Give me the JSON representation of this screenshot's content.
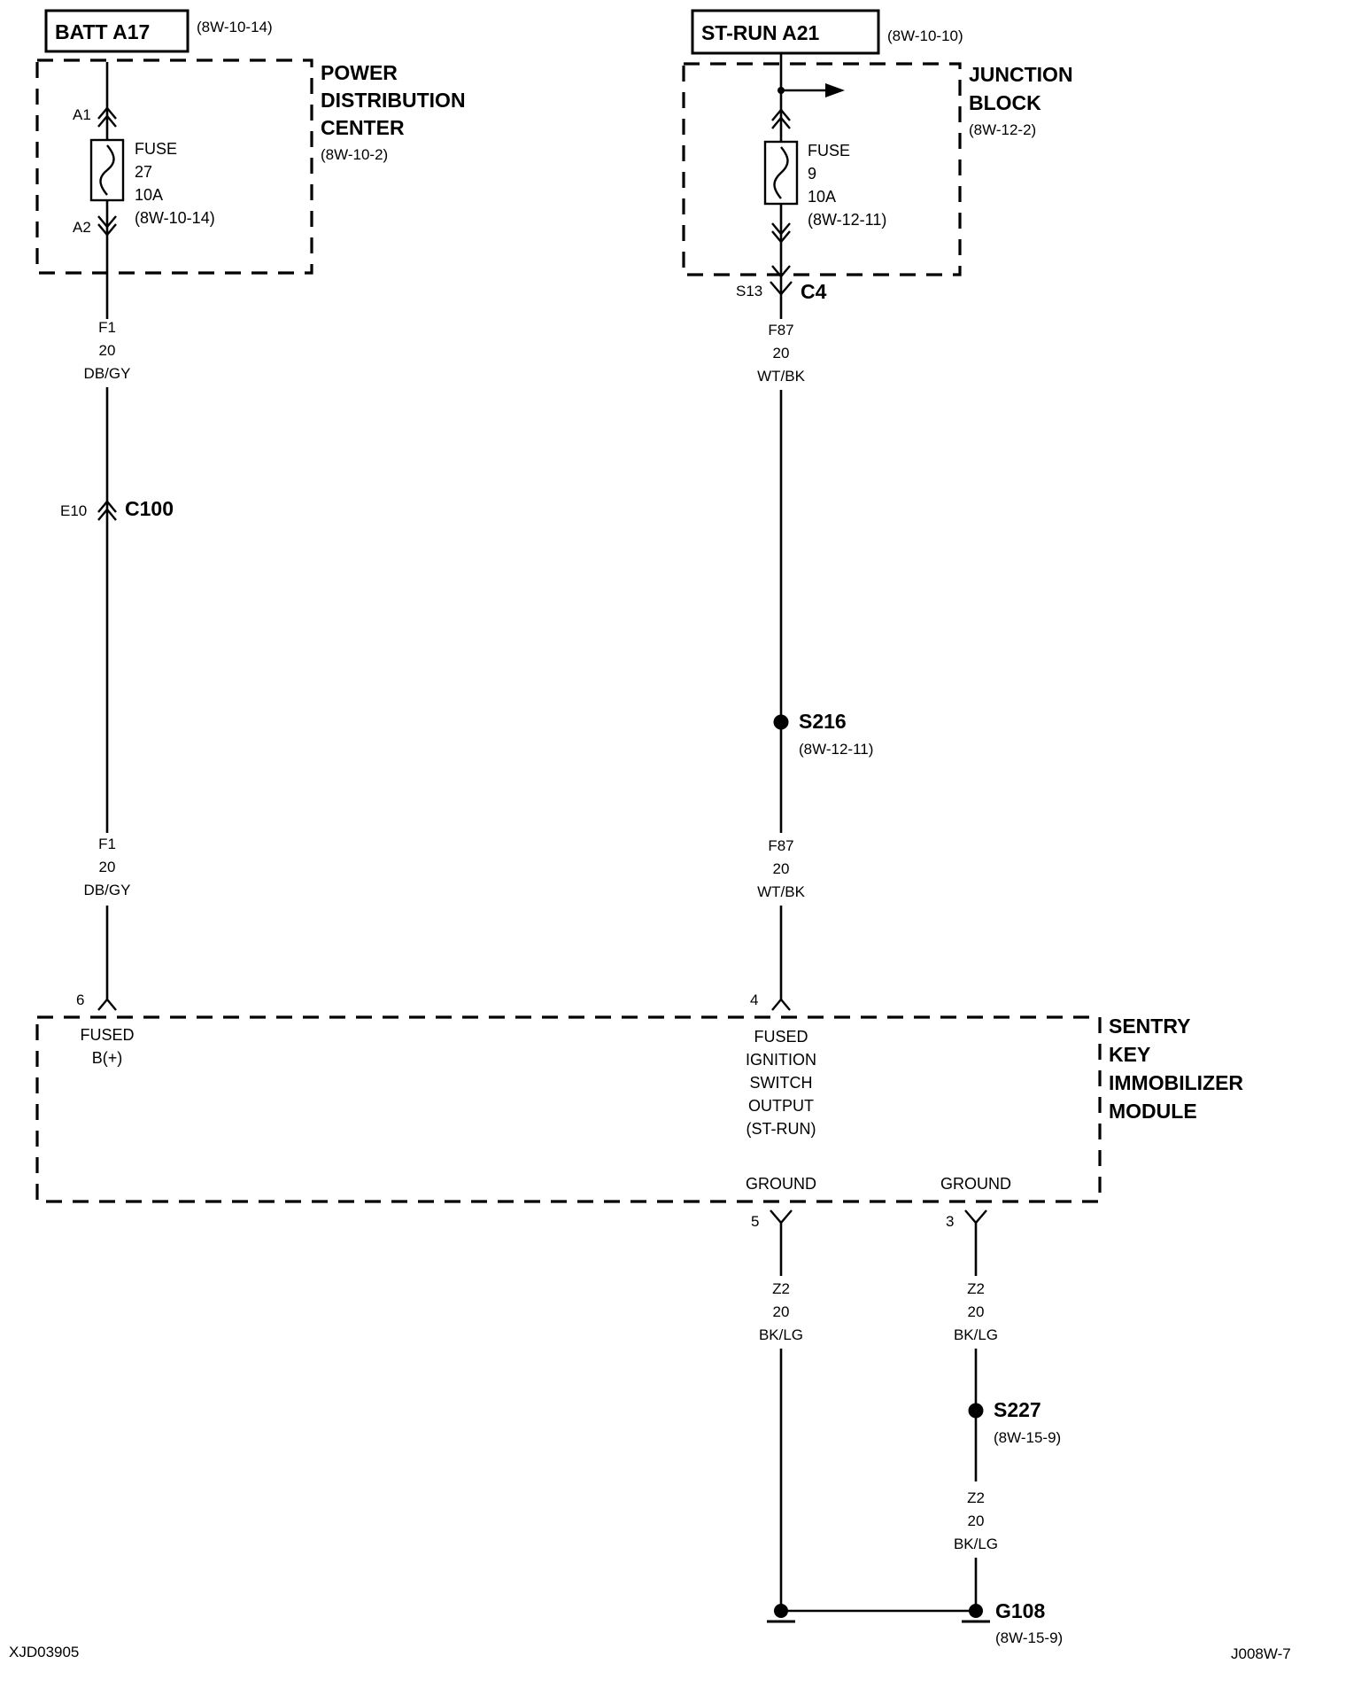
{
  "batt_box": {
    "label": "BATT A17",
    "ref": "(8W-10-14)"
  },
  "strun_box": {
    "label": "ST-RUN A21",
    "ref": "(8W-10-10)"
  },
  "pdc": {
    "title": [
      "POWER",
      "DISTRIBUTION",
      "CENTER"
    ],
    "ref": "(8W-10-2)",
    "pin_top": "A1",
    "pin_bottom": "A2",
    "fuse_lines": [
      "FUSE",
      "27",
      "10A",
      "(8W-10-14)"
    ]
  },
  "junction_block": {
    "title": [
      "JUNCTION",
      "BLOCK"
    ],
    "ref": "(8W-12-2)",
    "fuse_lines": [
      "FUSE",
      "9",
      "10A",
      "(8W-12-11)"
    ],
    "pin": "S13",
    "connector": "C4"
  },
  "wires": {
    "f1_upper": [
      "F1",
      "20",
      "DB/GY"
    ],
    "f1_lower": [
      "F1",
      "20",
      "DB/GY"
    ],
    "f87_upper": [
      "F87",
      "20",
      "WT/BK"
    ],
    "f87_lower": [
      "F87",
      "20",
      "WT/BK"
    ],
    "z2_left": [
      "Z2",
      "20",
      "BK/LG"
    ],
    "z2_right_upper": [
      "Z2",
      "20",
      "BK/LG"
    ],
    "z2_right_lower": [
      "Z2",
      "20",
      "BK/LG"
    ]
  },
  "c100": {
    "pin": "E10",
    "name": "C100"
  },
  "s216": {
    "name": "S216",
    "ref": "(8W-12-11)"
  },
  "s227": {
    "name": "S227",
    "ref": "(8W-15-9)"
  },
  "g108": {
    "name": "G108",
    "ref": "(8W-15-9)"
  },
  "module": {
    "title": [
      "SENTRY",
      "KEY",
      "IMMOBILIZER",
      "MODULE"
    ],
    "pin6": "6",
    "pin6_label": [
      "FUSED",
      "B(+)"
    ],
    "pin4": "4",
    "pin4_label": [
      "FUSED",
      "IGNITION",
      "SWITCH",
      "OUTPUT",
      "(ST-RUN)"
    ],
    "pin5": "5",
    "pin5_label": "GROUND",
    "pin3": "3",
    "pin3_label": "GROUND"
  },
  "footer": {
    "left": "XJD03905",
    "right": "J008W-7"
  }
}
